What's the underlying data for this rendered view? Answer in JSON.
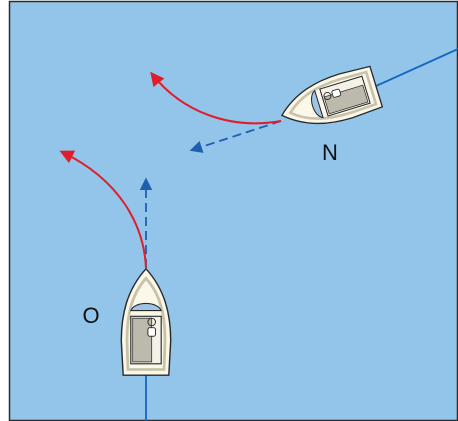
{
  "colors": {
    "water": "#93c4ea",
    "frame": "#2b2b2b",
    "wake_line": "#1565c0",
    "intended_course": "#1f5fb0",
    "turn_arrow": "#e01e2a",
    "hull": "#fbf8ea",
    "hull_outline": "#2a2a2a",
    "hull_shading": "#c9c3ab",
    "windscreen": "#9ec4e6",
    "cabin": "#f3f1e8"
  },
  "icons": {
    "boat": "motorboat-topview-icon",
    "turn": "curved-arrow-icon",
    "course": "dashed-arrow-icon"
  },
  "vessels": [
    {
      "id": "O",
      "label": "O",
      "role": "vessel-heading-north"
    },
    {
      "id": "N",
      "label": "N",
      "role": "vessel-heading-west"
    }
  ]
}
